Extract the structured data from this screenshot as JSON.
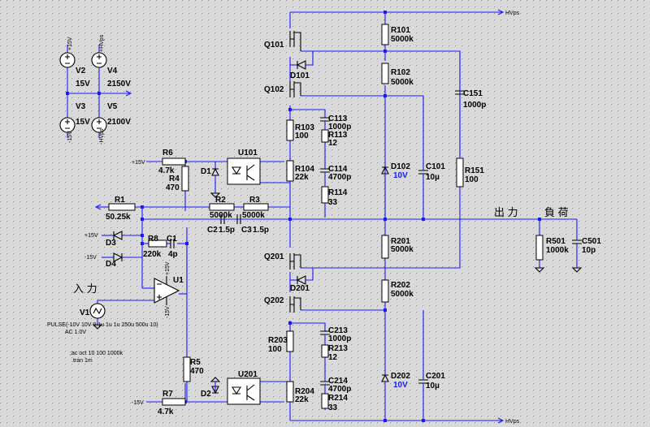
{
  "rails": {
    "hv_plus": "HVps",
    "hv_minus": "HVps",
    "p15": "+15V",
    "m15": "-15V",
    "p15_sup": "+15V",
    "m15_sup": "-15V",
    "hv_p_sup": "+HVps",
    "hv_m_sup": "-HVps",
    "u1_p": "+15V",
    "u1_m": "-15V"
  },
  "supplies": {
    "v2": {
      "name": "V2",
      "value": "15V"
    },
    "v3": {
      "name": "V3",
      "value": "15V"
    },
    "v4": {
      "name": "V4",
      "value": "2150V"
    },
    "v5": {
      "name": "V5",
      "value": "2100V"
    }
  },
  "upper": {
    "q101": "Q101",
    "q102": "Q102",
    "d101": "D101",
    "r101": {
      "name": "R101",
      "value": "5000k"
    },
    "r102": {
      "name": "R102",
      "value": "5000k"
    },
    "c151": {
      "name": "C151",
      "value": "1000p"
    },
    "r151": {
      "name": "R151",
      "value": "100"
    },
    "c113": {
      "name": "C113",
      "value": "1000p"
    },
    "r113": {
      "name": "R113",
      "value": "12"
    },
    "r103": {
      "name": "R103",
      "value": "100"
    },
    "c114": {
      "name": "C114",
      "value": "4700p"
    },
    "r114": {
      "name": "R114",
      "value": "33"
    },
    "r104": {
      "name": "R104",
      "value": "22k"
    },
    "d102": {
      "name": "D102",
      "value": "10V"
    },
    "c101": {
      "name": "C101",
      "value": "10µ"
    },
    "u101": "U101",
    "d1": "D1"
  },
  "lower": {
    "q201": "Q201",
    "q202": "Q202",
    "d201": "D201",
    "r201": {
      "name": "R201",
      "value": "5000k"
    },
    "r202": {
      "name": "R202",
      "value": "5000k"
    },
    "c213": {
      "name": "C213",
      "value": "1000p"
    },
    "r213": {
      "name": "R213",
      "value": "12"
    },
    "r203": {
      "name": "R203",
      "value": "100"
    },
    "c214": {
      "name": "C214",
      "value": "4700p"
    },
    "r214": {
      "name": "R214",
      "value": "33"
    },
    "r204": {
      "name": "R204",
      "value": "22k"
    },
    "d202": {
      "name": "D202",
      "value": "10V"
    },
    "c201": {
      "name": "C201",
      "value": "10µ"
    },
    "u201": "U201",
    "d2": "D2"
  },
  "input_stage": {
    "r6": {
      "name": "R6",
      "value": "4.7k"
    },
    "r4": {
      "name": "R4",
      "value": "470"
    },
    "r1": {
      "name": "R1",
      "value": "50.25k"
    },
    "r2": {
      "name": "R2",
      "value": "5000k"
    },
    "r3": {
      "name": "R3",
      "value": "5000k"
    },
    "c2": {
      "name": "C2",
      "value": "1.5p"
    },
    "c3": {
      "name": "C3",
      "value": "1.5p"
    },
    "d3": "D3",
    "d4": "D4",
    "r8": {
      "name": "R8",
      "value": "220k"
    },
    "c1": {
      "name": "C1",
      "value": "4p"
    },
    "u1": "U1",
    "r5": {
      "name": "R5",
      "value": "470"
    },
    "r7": {
      "name": "R7",
      "value": "4.7k"
    }
  },
  "source": {
    "name": "V1",
    "pulse": "PULSE(-10V 10V 0.1u 1u 1u 250u 500u 10)",
    "ac": "AC 1.0V"
  },
  "directives": {
    "ac": ";ac oct 10 100 1000k",
    "tran": ".tran 1m"
  },
  "labels": {
    "input": "入 力",
    "output": "出 力",
    "load": "負 荷"
  },
  "load": {
    "r501": {
      "name": "R501",
      "value": "1000k"
    },
    "c501": {
      "name": "C501",
      "value": "10p"
    }
  }
}
